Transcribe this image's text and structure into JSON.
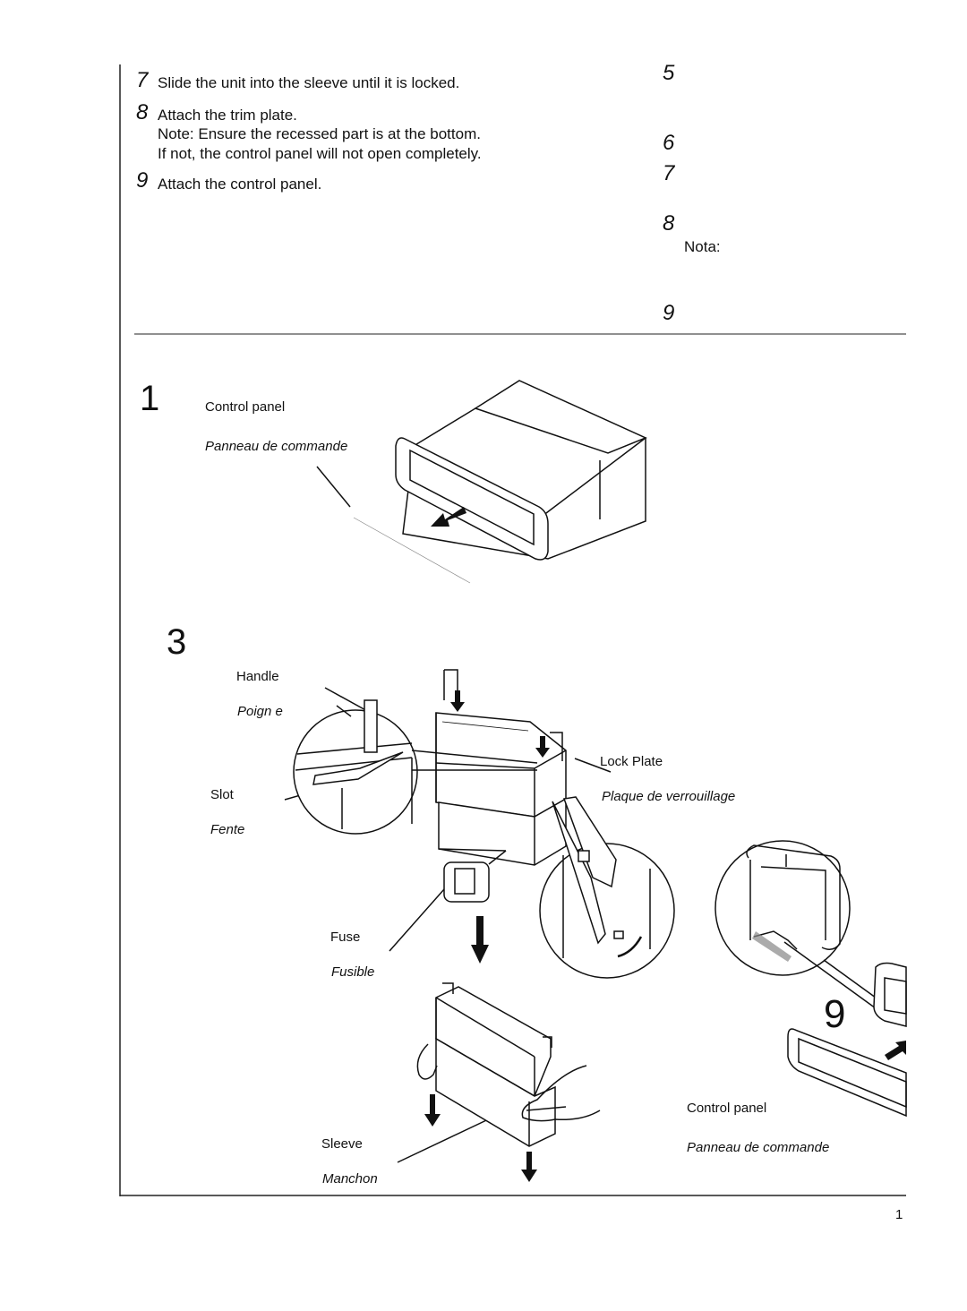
{
  "steps_en": [
    {
      "num": "7",
      "text": "Slide the unit into the sleeve until it is locked."
    },
    {
      "num": "8",
      "text": "Attach the trim plate.",
      "note_line1": "Note:  Ensure the recessed part is at the bottom.",
      "note_line2": "If not, the control panel will not open completely."
    },
    {
      "num": "9",
      "text": "Attach the control panel."
    }
  ],
  "steps_right": {
    "n5": "5",
    "n6": "6",
    "n7": "7",
    "n8": "8",
    "nota": "Nota:",
    "n9": "9"
  },
  "figure1": {
    "step": "1",
    "label_en": "Control panel",
    "label_fr": "Panneau de commande"
  },
  "figure3": {
    "step": "3",
    "handle_en": "Handle",
    "handle_fr": "Poign  e",
    "slot_en": "Slot",
    "slot_fr": "Fente",
    "lockplate_en": "Lock Plate",
    "lockplate_fr": "Plaque de verrouillage",
    "fuse_en": "Fuse",
    "fuse_fr": "Fusible",
    "sleeve_en": "Sleeve",
    "sleeve_fr": "Manchon"
  },
  "figure9": {
    "step": "9",
    "label_en": "Control panel",
    "label_fr": "Panneau de commande"
  },
  "page_number": "1"
}
